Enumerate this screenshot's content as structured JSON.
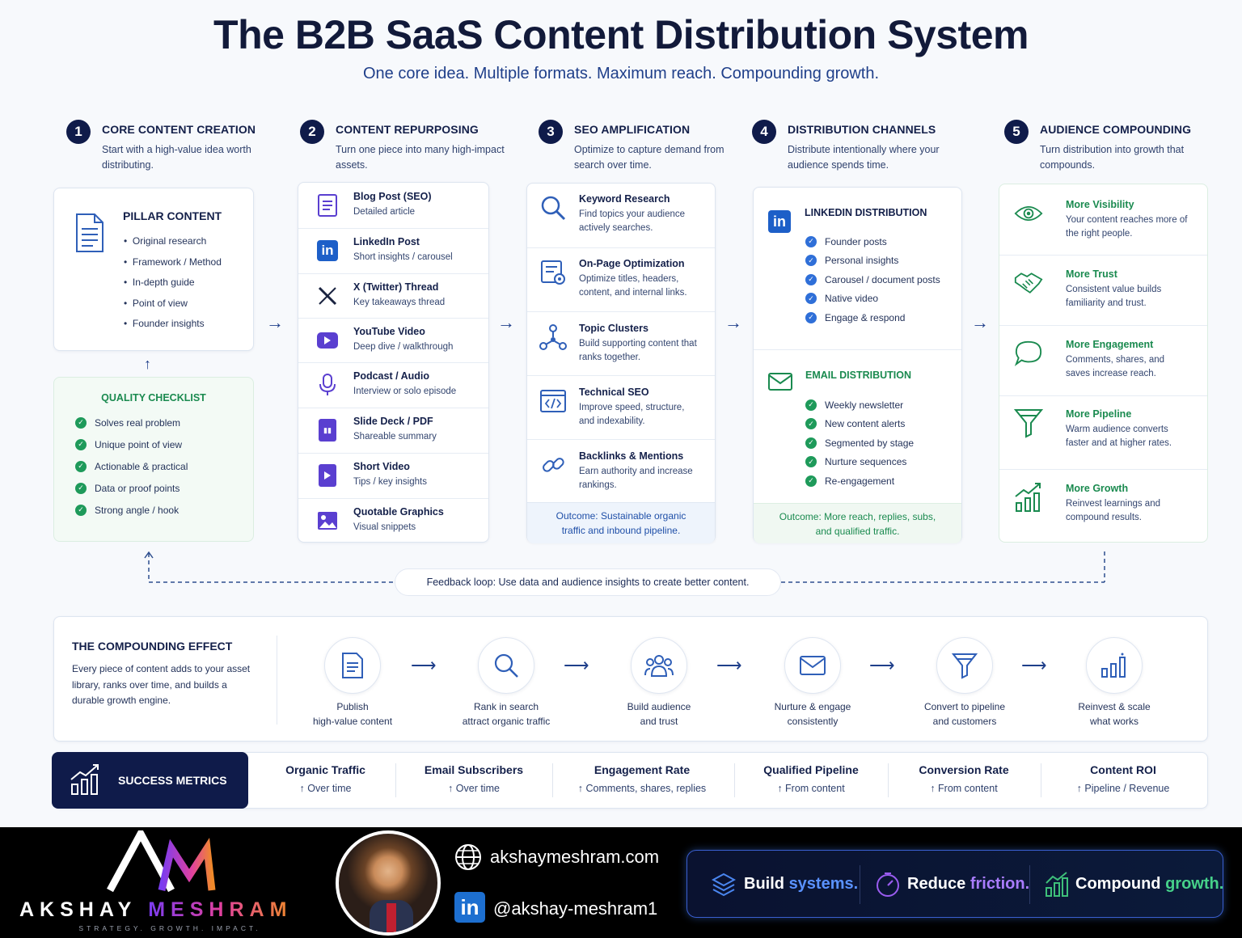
{
  "header": {
    "title": "The B2B SaaS Content Distribution System",
    "subtitle": "One core idea. Multiple formats. Maximum reach. Compounding growth."
  },
  "steps": [
    {
      "num": "1",
      "title": "CORE CONTENT CREATION",
      "desc": "Start with a high-value idea worth distributing."
    },
    {
      "num": "2",
      "title": "CONTENT REPURPOSING",
      "desc": "Turn one piece into many high-impact assets."
    },
    {
      "num": "3",
      "title": "SEO AMPLIFICATION",
      "desc": "Optimize to capture demand from search over time."
    },
    {
      "num": "4",
      "title": "DISTRIBUTION CHANNELS",
      "desc": "Distribute intentionally where your audience spends time."
    },
    {
      "num": "5",
      "title": "AUDIENCE COMPOUNDING",
      "desc": "Turn distribution into growth that compounds."
    }
  ],
  "pillar": {
    "title": "PILLAR CONTENT",
    "items": [
      "Original research",
      "Framework / Method",
      "In-depth guide",
      "Point of view",
      "Founder insights"
    ]
  },
  "checklist": {
    "title": "QUALITY CHECKLIST",
    "items": [
      "Solves real problem",
      "Unique point of view",
      "Actionable & practical",
      "Data or proof points",
      "Strong angle / hook"
    ]
  },
  "repurpose": [
    {
      "title": "Blog Post (SEO)",
      "desc": "Detailed article",
      "icon": "document-icon"
    },
    {
      "title": "LinkedIn Post",
      "desc": "Short insights / carousel",
      "icon": "linkedin-icon"
    },
    {
      "title": "X (Twitter) Thread",
      "desc": "Key takeaways thread",
      "icon": "x-icon"
    },
    {
      "title": "YouTube Video",
      "desc": "Deep dive / walkthrough",
      "icon": "youtube-icon"
    },
    {
      "title": "Podcast / Audio",
      "desc": "Interview or solo episode",
      "icon": "microphone-icon"
    },
    {
      "title": "Slide Deck / PDF",
      "desc": "Shareable summary",
      "icon": "slides-icon"
    },
    {
      "title": "Short Video",
      "desc": "Tips / key insights",
      "icon": "play-icon"
    },
    {
      "title": "Quotable Graphics",
      "desc": "Visual snippets",
      "icon": "image-icon"
    }
  ],
  "seo": {
    "items": [
      {
        "title": "Keyword Research",
        "desc": "Find topics your audience actively searches.",
        "icon": "search-icon"
      },
      {
        "title": "On-Page Optimization",
        "desc": "Optimize titles, headers, content, and internal links.",
        "icon": "settings-page-icon"
      },
      {
        "title": "Topic Clusters",
        "desc": "Build supporting content that ranks together.",
        "icon": "cluster-icon"
      },
      {
        "title": "Technical SEO",
        "desc": "Improve speed, structure, and indexability.",
        "icon": "code-icon"
      },
      {
        "title": "Backlinks & Mentions",
        "desc": "Earn authority and increase rankings.",
        "icon": "link-icon"
      }
    ],
    "outcome": "Outcome: Sustainable organic traffic and inbound pipeline."
  },
  "distribution": {
    "linkedin_title": "LINKEDIN DISTRIBUTION",
    "linkedin_items": [
      "Founder posts",
      "Personal insights",
      "Carousel / document posts",
      "Native video",
      "Engage & respond"
    ],
    "email_title": "EMAIL DISTRIBUTION",
    "email_items": [
      "Weekly newsletter",
      "New content alerts",
      "Segmented by stage",
      "Nurture sequences",
      "Re-engagement"
    ],
    "outcome": "Outcome: More reach, replies, subs, and qualified traffic."
  },
  "compounding": [
    {
      "title": "More Visibility",
      "desc": "Your content reaches more of the right people.",
      "icon": "eye-icon"
    },
    {
      "title": "More Trust",
      "desc": "Consistent value builds familiarity and trust.",
      "icon": "handshake-icon"
    },
    {
      "title": "More Engagement",
      "desc": "Comments, shares, and saves increase reach.",
      "icon": "chat-icon"
    },
    {
      "title": "More Pipeline",
      "desc": "Warm audience converts faster and at higher rates.",
      "icon": "funnel-icon"
    },
    {
      "title": "More Growth",
      "desc": "Reinvest learnings and compound results.",
      "icon": "growth-chart-icon"
    }
  ],
  "feedback": "Feedback loop: Use data and audience insights to create better content.",
  "effect": {
    "title": "THE COMPOUNDING EFFECT",
    "desc": "Every piece of content adds to your asset library, ranks over time, and builds a durable growth engine.",
    "steps": [
      {
        "line1": "Publish",
        "line2": "high-value content",
        "icon": "document-icon"
      },
      {
        "line1": "Rank in search",
        "line2": "attract organic traffic",
        "icon": "search-icon"
      },
      {
        "line1": "Build audience",
        "line2": "and trust",
        "icon": "people-icon"
      },
      {
        "line1": "Nurture & engage",
        "line2": "consistently",
        "icon": "mail-icon"
      },
      {
        "line1": "Convert to pipeline",
        "line2": "and customers",
        "icon": "funnel-icon"
      },
      {
        "line1": "Reinvest & scale",
        "line2": "what works",
        "icon": "bar-chart-icon"
      }
    ]
  },
  "metrics": {
    "label": "SUCCESS METRICS",
    "items": [
      {
        "title": "Organic Traffic",
        "sub": "↑ Over time"
      },
      {
        "title": "Email Subscribers",
        "sub": "↑ Over time"
      },
      {
        "title": "Engagement Rate",
        "sub": "↑ Comments, shares, replies"
      },
      {
        "title": "Qualified Pipeline",
        "sub": "↑ From content"
      },
      {
        "title": "Conversion Rate",
        "sub": "↑ From content"
      },
      {
        "title": "Content ROI",
        "sub": "↑ Pipeline / Revenue"
      }
    ]
  },
  "footer": {
    "logo_mark": "AM",
    "name_first": "AKSHAY",
    "name_last": "MESHRAM",
    "tagline": "STRATEGY. GROWTH. IMPACT.",
    "website": "akshaymeshram.com",
    "linkedin": "@akshay-meshram1",
    "slogans": [
      {
        "a": "Build",
        "b": "systems."
      },
      {
        "a": "Reduce",
        "b": "friction."
      },
      {
        "a": "Compound",
        "b": "growth."
      }
    ]
  },
  "colors": {
    "navy": "#0f1b4a",
    "green": "#1e9a5a",
    "blue": "#2f6fd8",
    "purple": "#5a3fd0"
  }
}
